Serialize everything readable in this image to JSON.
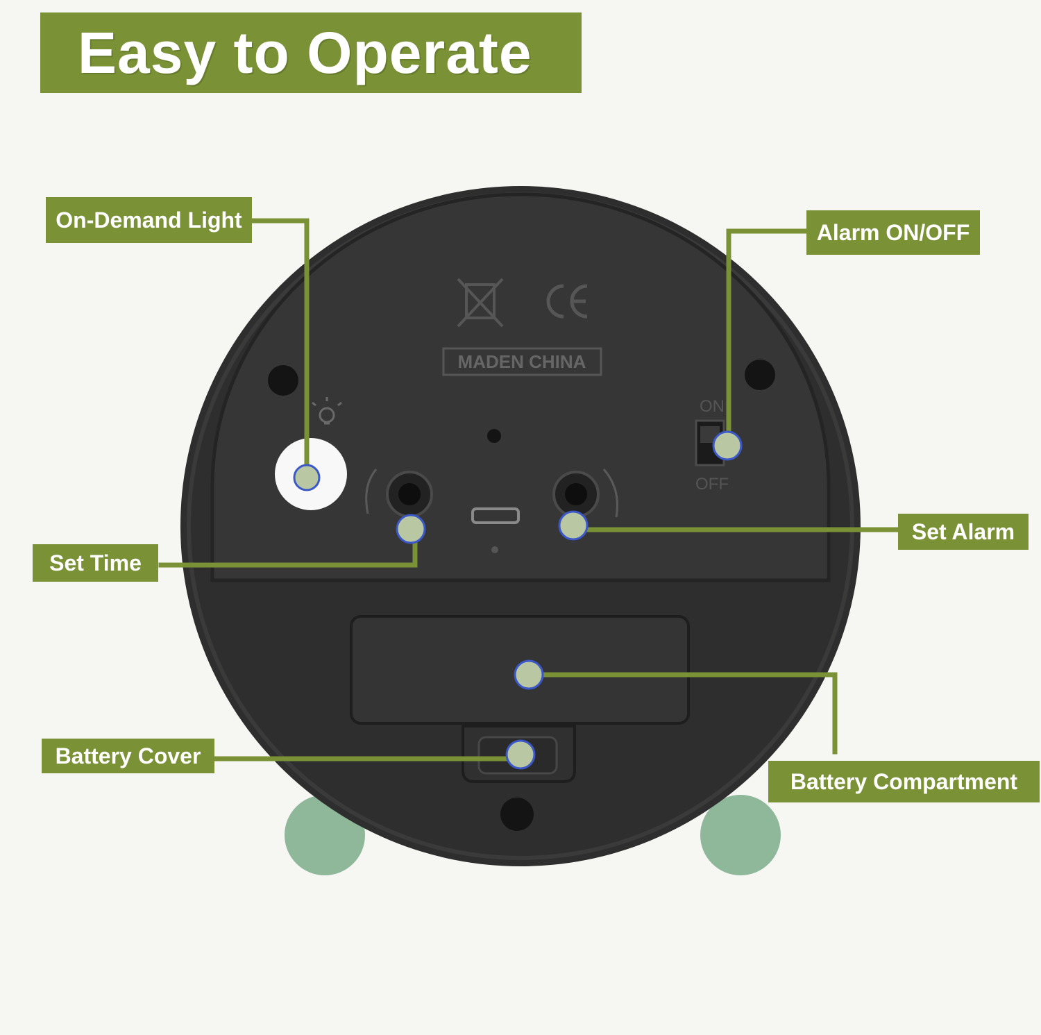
{
  "title": "Easy to Operate",
  "labels": {
    "on_demand_light": "On-Demand Light",
    "alarm_on_off": "Alarm ON/OFF",
    "set_time": "Set Time",
    "set_alarm": "Set Alarm",
    "battery_cover": "Battery Cover",
    "battery_compartment": "Battery Compartment"
  },
  "device_markings": {
    "made_in": "MADEN CHINA",
    "switch_on": "ON",
    "switch_off": "OFF"
  },
  "colors": {
    "accent_green": "#7a9136",
    "clock_body": "#2d2d2d",
    "feet_mint": "#8fb89a",
    "marker_fill": "#b9c8a3",
    "marker_ring": "#3b57c8"
  }
}
